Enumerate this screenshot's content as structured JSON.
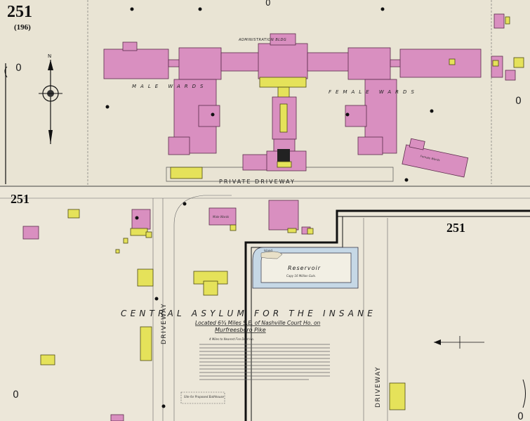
{
  "sheet": {
    "number": "251",
    "sub_number": "(196)",
    "corner_label": "251",
    "right_label": "251"
  },
  "title": {
    "main": "CENTRAL ASYLUM FOR THE INSANE",
    "sub1": "Located 6¾ Miles S.E. of Nashville Court Ho. on",
    "sub2": "Murfreesboro Pike",
    "fire_note": "4 Miles to Nearest Fire Dept Ho."
  },
  "labels": {
    "admin": "ADMINISTRATION BLDG",
    "male_wards": "MALE WARDS",
    "female_wards": "FEMALE WARDS",
    "private_driveway": "PRIVATE DRIVEWAY",
    "driveway_left": "DRIVEWAY",
    "driveway_right": "DRIVEWAY",
    "reservoir": "Reservoir",
    "reservoir_cap": "Capy 16 Million Gals.",
    "island": "Island",
    "male_wards_small": "Male Wards",
    "female_wards_small": "Female Wards",
    "site": "Site for Proposed Bathhouse"
  },
  "compass": {
    "north": "N"
  },
  "markers": {
    "zero": "0"
  },
  "colors": {
    "paper": "#e9e4d4",
    "brick_pink": "#d98fc0",
    "frame_yellow": "#e5e25a",
    "reservoir_blue": "#c6d8e6"
  }
}
